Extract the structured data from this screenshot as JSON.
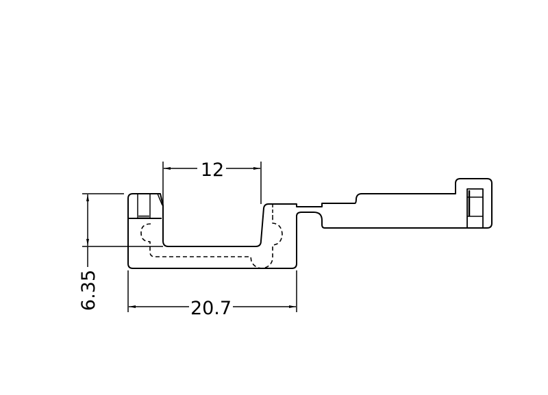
{
  "drawing": {
    "dimensions": {
      "inner_width": "12",
      "height": "6.35",
      "overall_width": "20.7"
    },
    "colors": {
      "line": "#000000",
      "background": "#ffffff"
    }
  }
}
